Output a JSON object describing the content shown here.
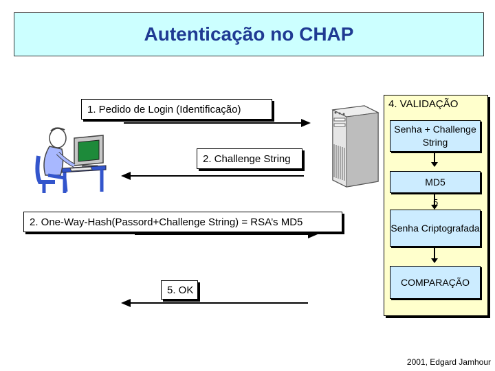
{
  "title": "Autenticação no CHAP",
  "messages": {
    "login_request": "1. Pedido de Login (Identificação)",
    "challenge": "2. Challenge String",
    "hash": "2. One-Way-Hash(Passord+Challenge String) = RSA’s MD5",
    "ok": "5. OK"
  },
  "validation": {
    "title": "4. VALIDAÇÃO",
    "steps": [
      "Senha + Challenge String",
      "MD5",
      "Senha Criptografada",
      "COMPARAÇÃO"
    ],
    "stray_mark": "5"
  },
  "credit": "2001, Edgard Jamhour",
  "colors": {
    "title_bg": "#ccffff",
    "title_text": "#1f3a93",
    "panel_bg": "#ffffcc",
    "step_bg": "#ccecff"
  },
  "icons": {
    "client": "user-at-computer-icon",
    "server": "server-tower-icon"
  }
}
